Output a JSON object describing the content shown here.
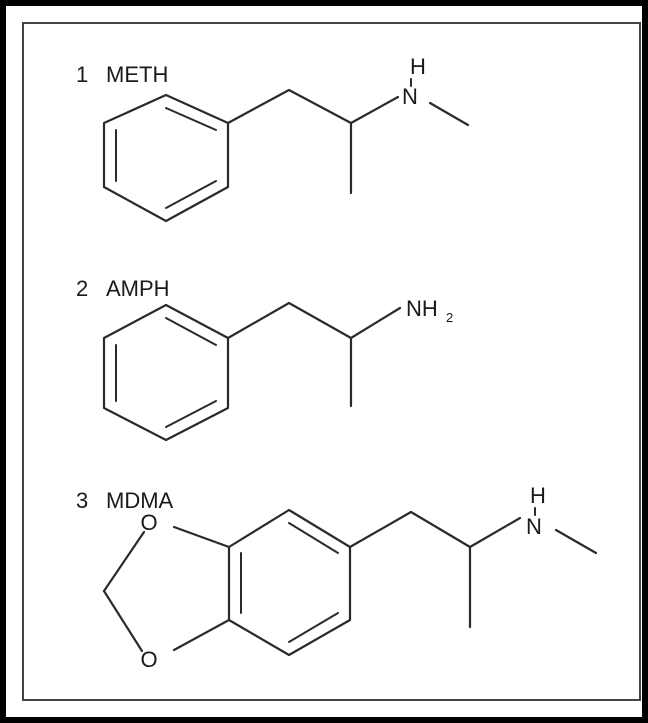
{
  "molecules": [
    {
      "number": "1",
      "name": "METH",
      "nitrogen": "N",
      "hydrogen": "H"
    },
    {
      "number": "2",
      "name": "AMPH",
      "nitrogen": "NH",
      "subscript": "2"
    },
    {
      "number": "3",
      "name": "MDMA",
      "nitrogen": "N",
      "hydrogen": "H",
      "oxygen_top": "O",
      "oxygen_bottom": "O"
    }
  ]
}
